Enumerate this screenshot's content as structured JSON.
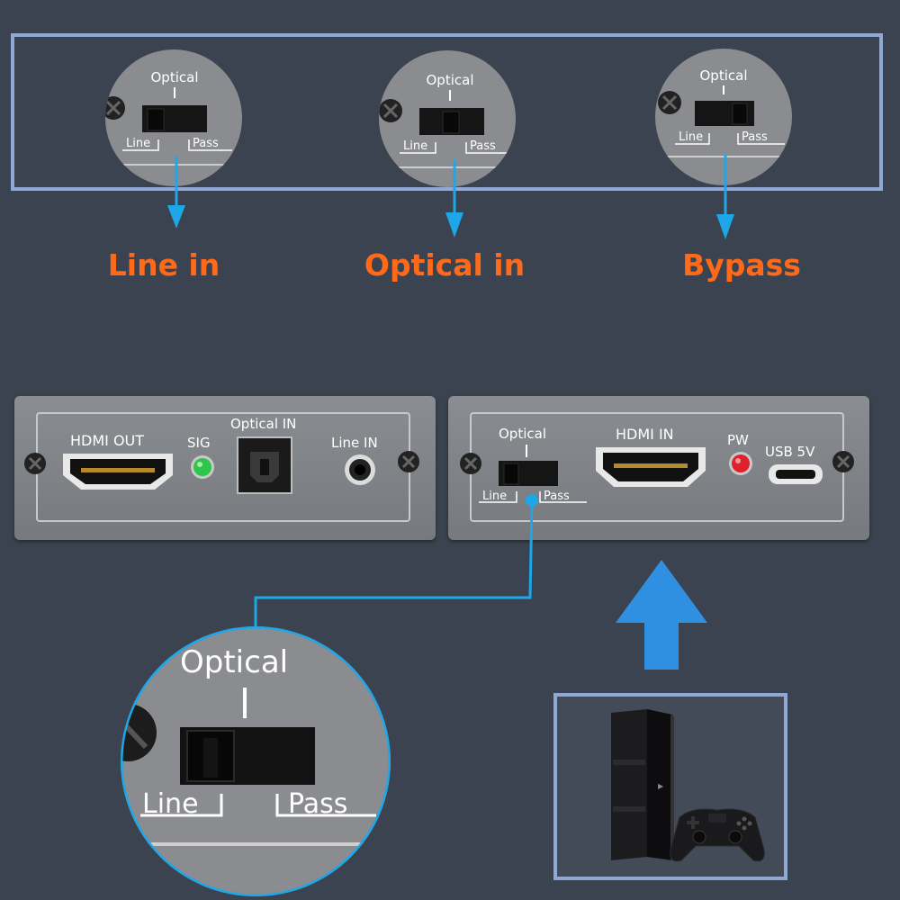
{
  "switch_labels": {
    "optical": "Optical",
    "line": "Line",
    "pass": "Pass"
  },
  "modes": [
    {
      "label": "Line in",
      "switch_position": "left"
    },
    {
      "label": "Optical in",
      "switch_position": "middle"
    },
    {
      "label": "Bypass",
      "switch_position": "right"
    }
  ],
  "output_panel": {
    "hdmi_out": "HDMI OUT",
    "sig": "SIG",
    "optical_in": "Optical IN",
    "line_in": "Line IN"
  },
  "input_panel": {
    "optical": "Optical",
    "line": "Line",
    "pass": "Pass",
    "hdmi_in": "HDMI IN",
    "pw": "PW",
    "usb": "USB 5V"
  },
  "zoom": {
    "optical": "Optical",
    "line": "Line",
    "pass": "Pass"
  },
  "colors": {
    "background": "#3b4350",
    "frame": "#8fa9d4",
    "mode_label": "#ff6a1a",
    "pointer": "#1ea7e8",
    "big_arrow": "#2f8fe0",
    "sig_led": "#2fc44a",
    "pw_led": "#e0202a"
  },
  "icons": {
    "screw": "screw-icon",
    "arrow": "arrow-down-icon",
    "big_arrow": "arrow-up-icon",
    "console": "game-console-icon",
    "controller": "gamepad-icon"
  }
}
